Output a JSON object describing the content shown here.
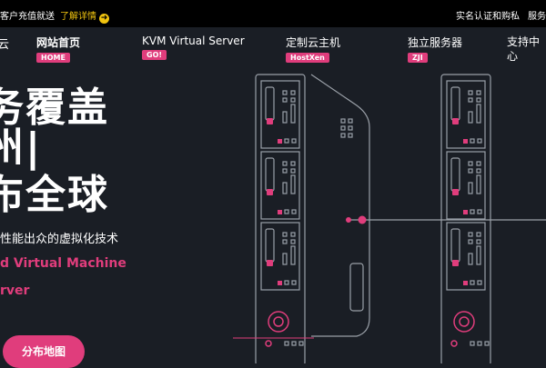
{
  "topbar": {
    "announcement": "客户充值就送",
    "announcement_link": "了解详情",
    "arrow_glyph": "➜",
    "links": [
      "实名认证和购私",
      "服务"
    ]
  },
  "logo_fragment": "云",
  "nav": [
    {
      "label": "网站首页",
      "badge": "HOME",
      "active": true
    },
    {
      "label": "KVM Virtual Server",
      "badge": "GO!",
      "active": false
    },
    {
      "label": "定制云主机",
      "badge": "HostXen",
      "active": false
    },
    {
      "label": "独立服务器",
      "badge": "ZJI",
      "active": false
    },
    {
      "label": "支持中心",
      "badge": "",
      "active": false
    }
  ],
  "hero": {
    "line1": "务覆盖",
    "line2": "州|",
    "line3": "布全球",
    "subtitle": "性能出众的虚拟化技术",
    "english_line1": "d Virtual Machine",
    "english_line2": "rver"
  },
  "cta_label": "分布地图",
  "colors": {
    "accent": "#e03d7c",
    "background": "#1a1e25",
    "topbar": "#000000",
    "link": "#f1c40f"
  }
}
